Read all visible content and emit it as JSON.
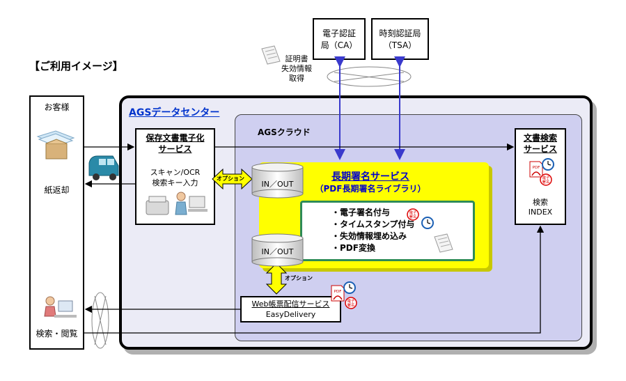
{
  "page_title": "【ご利用イメージ】",
  "ca_label": [
    "電子認証",
    "局（CA）"
  ],
  "tsa_label": [
    "時刻認証局",
    "（TSA）"
  ],
  "cert_note": [
    "証明書",
    "失効情報",
    "取得"
  ],
  "customer": {
    "title": "お客様",
    "return_label": "紙返却",
    "search_label": "検索・閲覧"
  },
  "datacenter_title": "AGSデータセンター",
  "cloud_title": "AGSクラウド",
  "digitize_service": {
    "title_lines": [
      "保存文書電子化",
      "サービス"
    ],
    "body_lines": [
      "スキャン/OCR",
      "検索キー入力"
    ]
  },
  "option_label": "オプション",
  "inout_label": "IN／OUT",
  "signature_service": {
    "title": "長期署名サービス",
    "subtitle": "（PDF長期署名ライブラリ）",
    "features": [
      "・電子署名付与",
      "・タイムスタンプ付与",
      "・失効情報埋め込み",
      "・PDF変換"
    ]
  },
  "sign_stamp_text": [
    "電子",
    "署名"
  ],
  "search_service": {
    "title_lines": [
      "文書検索",
      "サービス"
    ],
    "index_lines": [
      "検索",
      "INDEX"
    ]
  },
  "web_service": {
    "title": "Web帳票配信サービス",
    "name": "EasyDelivery"
  },
  "pdf_badge": "PDF",
  "colors": {
    "datacenter_bg": "#ebebf6",
    "cloud_bg": "#cfcff0",
    "signature_bg": "#ffff00",
    "signature_title": "#0000cc",
    "inner_border": "#2e8b57",
    "connector": "#3a3acc",
    "option_arrow": "#ffff00"
  }
}
